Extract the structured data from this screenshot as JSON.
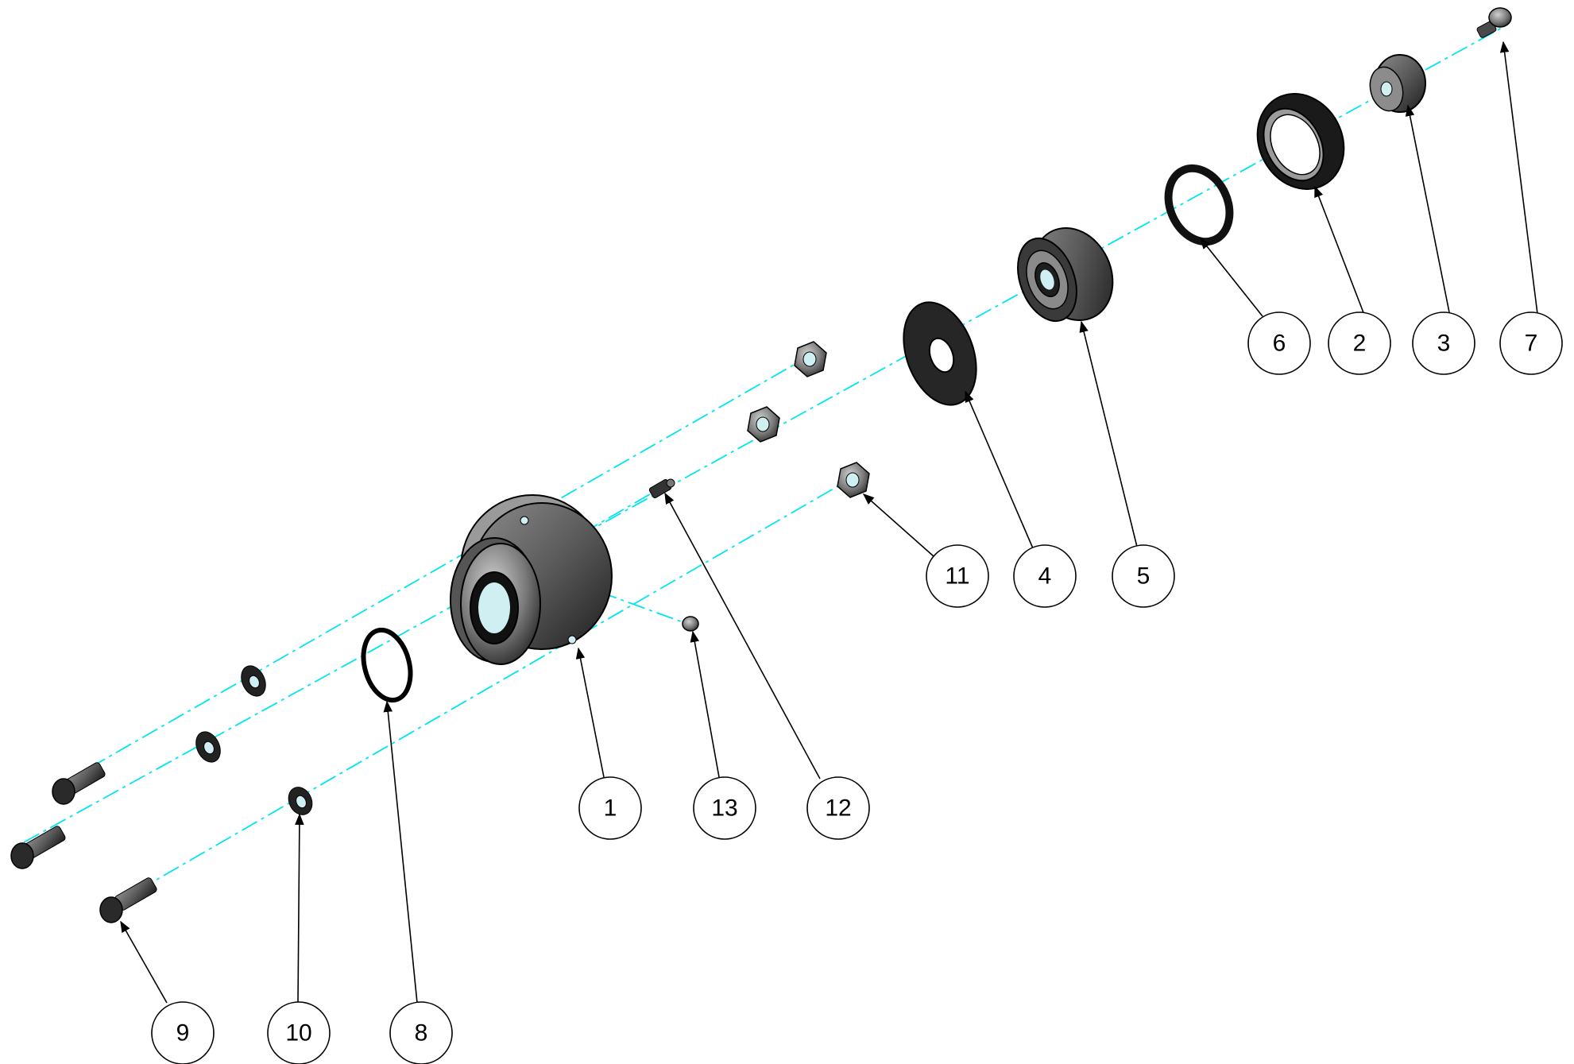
{
  "colors": {
    "background": "#ffffff",
    "axis_line": "#00e5ee",
    "part_fill_dark": "#2a2a2a",
    "part_fill_mid": "#6e6e6e",
    "part_fill_light": "#b5b5b5",
    "balloon_stroke": "#000000"
  },
  "balloons": {
    "b1": "1",
    "b2": "2",
    "b3": "3",
    "b4": "4",
    "b5": "5",
    "b6": "6",
    "b7": "7",
    "b8": "8",
    "b9": "9",
    "b10": "10",
    "b11": "11",
    "b12": "12",
    "b13": "13"
  }
}
